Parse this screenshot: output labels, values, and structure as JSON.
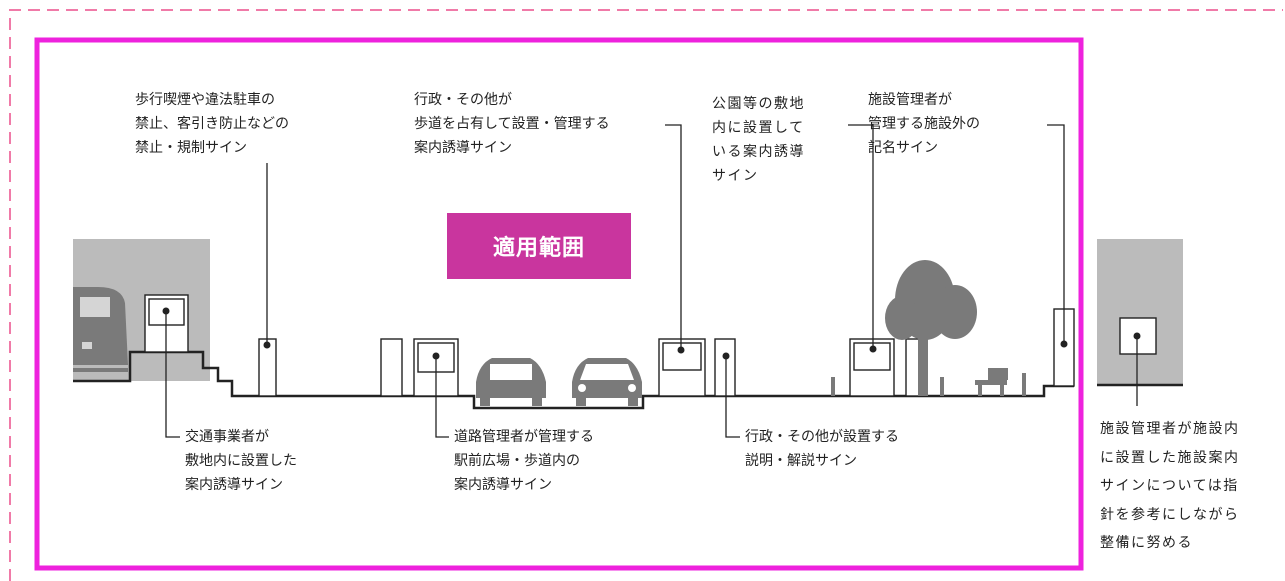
{
  "colors": {
    "outer_dash": "#f07aa8",
    "frame": "#ee22dd",
    "badge": "#c9359e",
    "shape_gray": "#7a7a7a",
    "wall_gray": "#bbbbbb",
    "line": "#222222"
  },
  "badge": {
    "text": "適用範囲"
  },
  "labels": {
    "smoking_parking": [
      "歩行喫煙や違法駐車の",
      "禁止、客引き防止などの",
      "禁止・規制サイン"
    ],
    "admin_sidewalk": [
      "行政・その他が",
      "歩道を占有して設置・管理する",
      "案内誘導サイン"
    ],
    "park": [
      "公園等の敷地",
      "内に設置して",
      "いる案内誘導",
      "サイン"
    ],
    "facility_outside": [
      "施設管理者が",
      "管理する施設外の",
      "記名サイン"
    ],
    "transport": [
      "交通事業者が",
      "敷地内に設置した",
      "案内誘導サイン"
    ],
    "road_admin": [
      "道路管理者が管理する",
      "駅前広場・歩道内の",
      "案内誘導サイン"
    ],
    "explanation": [
      "行政・その他が設置する",
      "説明・解説サイン"
    ],
    "facility_inside": [
      "施設管理者が施設内",
      "に設置した施設案内",
      "サインについては指",
      "針を参考にしながら",
      "整備に努める"
    ]
  },
  "icons": [
    "train-icon",
    "car-icon",
    "tree-icon",
    "bench-icon"
  ]
}
